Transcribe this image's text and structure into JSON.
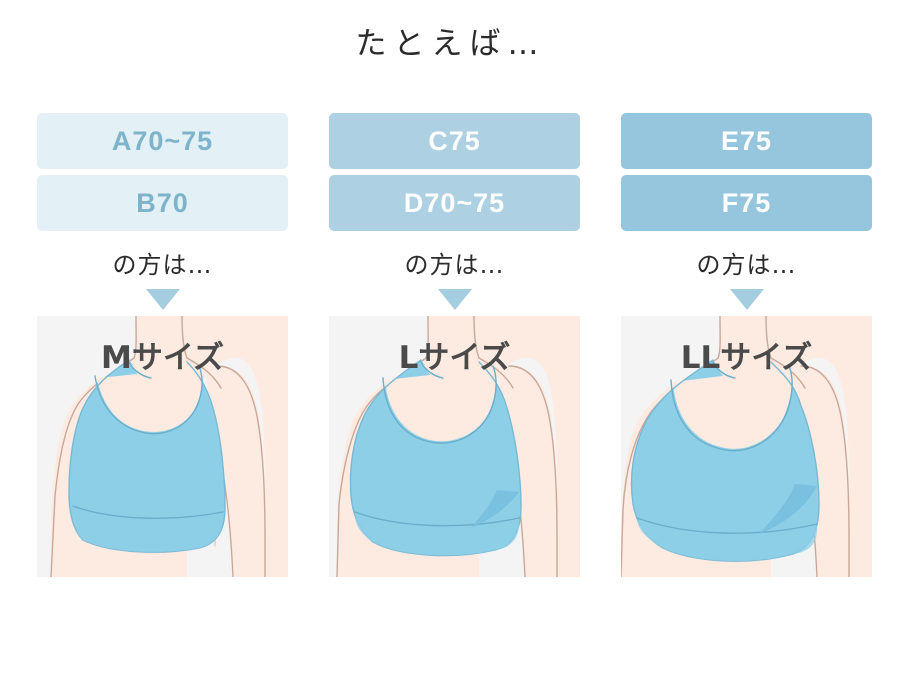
{
  "page": {
    "title": "たとえば…",
    "background_color": "#ffffff"
  },
  "colors": {
    "panel_background": "#f4f4f4",
    "arrow": "#a5cde0",
    "skin": "#fdeae0",
    "skin_shadow": "#f8ddd0",
    "outline": "#c9a89a",
    "bra": "#8ecfe8",
    "bra_shadow": "#79c1de",
    "title_text": "#2b2b2b",
    "size_label_text": "#4a4a4a"
  },
  "columns": [
    {
      "id": "column-m",
      "box_background": "#e3f0f6",
      "box_text_color": "#7eb3cc",
      "boxes": [
        {
          "label": "A70~75"
        },
        {
          "label": "B70"
        }
      ],
      "suffix": "の方は…",
      "arrow_icon": "triangle-down-icon",
      "size_label": "Mサイズ",
      "bust": "small"
    },
    {
      "id": "column-l",
      "box_background": "#aed0e3",
      "box_text_color": "#ffffff",
      "boxes": [
        {
          "label": "C75"
        },
        {
          "label": "D70~75"
        }
      ],
      "suffix": "の方は…",
      "arrow_icon": "triangle-down-icon",
      "size_label": "Lサイズ",
      "bust": "medium"
    },
    {
      "id": "column-ll",
      "box_background": "#95c6dd",
      "box_text_color": "#ffffff",
      "boxes": [
        {
          "label": "E75"
        },
        {
          "label": "F75"
        }
      ],
      "suffix": "の方は…",
      "arrow_icon": "triangle-down-icon",
      "size_label": "LLサイズ",
      "bust": "large"
    }
  ]
}
